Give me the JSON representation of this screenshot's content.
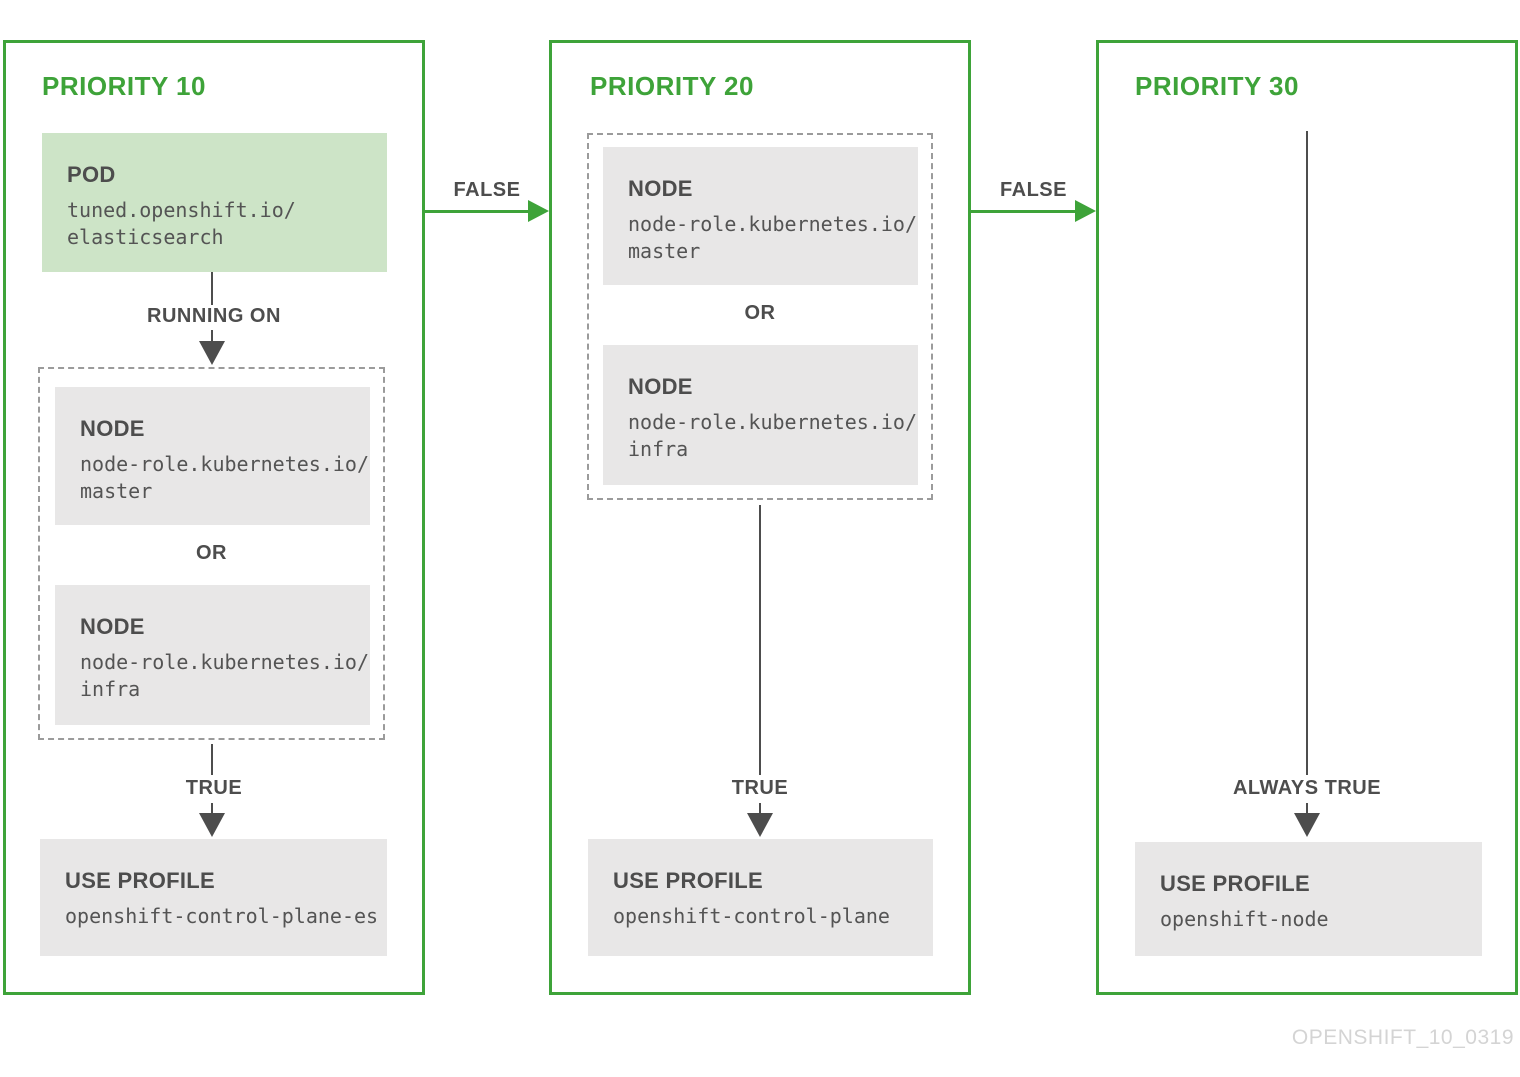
{
  "watermark": "OPENSHIFT_10_0319",
  "labels": {
    "or": "OR",
    "true": "TRUE",
    "false": "FALSE",
    "always_true": "ALWAYS TRUE",
    "running_on": "RUNNING ON"
  },
  "colors": {
    "green": "#3EA339",
    "light_green_fill": "#CDE4C7",
    "gray_fill": "#E8E7E7",
    "text_dark": "#4D4D4D"
  },
  "columns": [
    {
      "title": "PRIORITY 10",
      "pod": {
        "label": "POD",
        "lines": [
          "tuned.openshift.io/",
          "elasticsearch"
        ]
      },
      "nodes": [
        {
          "label": "NODE",
          "lines": [
            "node-role.kubernetes.io/",
            "master"
          ]
        },
        {
          "label": "NODE",
          "lines": [
            "node-role.kubernetes.io/",
            "infra"
          ]
        }
      ],
      "profile": {
        "label": "USE PROFILE",
        "value": "openshift-control-plane-es"
      }
    },
    {
      "title": "PRIORITY 20",
      "nodes": [
        {
          "label": "NODE",
          "lines": [
            "node-role.kubernetes.io/",
            "master"
          ]
        },
        {
          "label": "NODE",
          "lines": [
            "node-role.kubernetes.io/",
            "infra"
          ]
        }
      ],
      "profile": {
        "label": "USE PROFILE",
        "value": "openshift-control-plane"
      }
    },
    {
      "title": "PRIORITY 30",
      "profile": {
        "label": "USE PROFILE",
        "value": "openshift-node"
      }
    }
  ]
}
